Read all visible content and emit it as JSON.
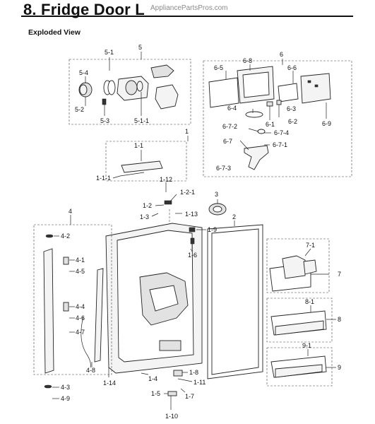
{
  "header": {
    "title": "8.  Fridge Door L",
    "watermark": "AppliancePartsPros.com"
  },
  "subtitle": "Exploded View",
  "callouts": {
    "c5": "5",
    "c5_1": "5-1",
    "c5_4": "5-4",
    "c5_2": "5-2",
    "c5_3": "5-3",
    "c5_1_1": "5-1-1",
    "c6": "6",
    "c6_8": "6-8",
    "c6_5": "6-5",
    "c6_6": "6-6",
    "c6_4": "6-4",
    "c6_1": "6-1",
    "c6_2": "6-2",
    "c6_3": "6-3",
    "c6_9": "6-9",
    "c6_7_2": "6-7-2",
    "c6_7_4": "6-7-4",
    "c6_7": "6-7",
    "c6_7_1": "6-7-1",
    "c6_7_3": "6-7-3",
    "c1": "1",
    "c1_1": "1-1",
    "c1_1_1": "1-1-1",
    "c1_12": "1-12",
    "c1_2_1": "1-2-1",
    "c1_2": "1-2",
    "c1_3": "1-3",
    "c1_13": "1-13",
    "c1_9": "1-9",
    "c1_6": "1-6",
    "c1_8": "1-8",
    "c1_4": "1-4",
    "c1_11": "1-11",
    "c1_14": "1-14",
    "c1_5": "1-5",
    "c1_7": "1-7",
    "c1_10": "1-10",
    "c2": "2",
    "c3": "3",
    "c4": "4",
    "c4_2": "4-2",
    "c4_1": "4-1",
    "c4_5": "4-5",
    "c4_4": "4-4",
    "c4_6": "4-6",
    "c4_7": "4-7",
    "c4_8": "4-8",
    "c4_3": "4-3",
    "c4_9": "4-9",
    "c7": "7",
    "c7_1": "7-1",
    "c8": "8",
    "c8_1": "8-1",
    "c9": "9",
    "c9_1": "9-1"
  }
}
